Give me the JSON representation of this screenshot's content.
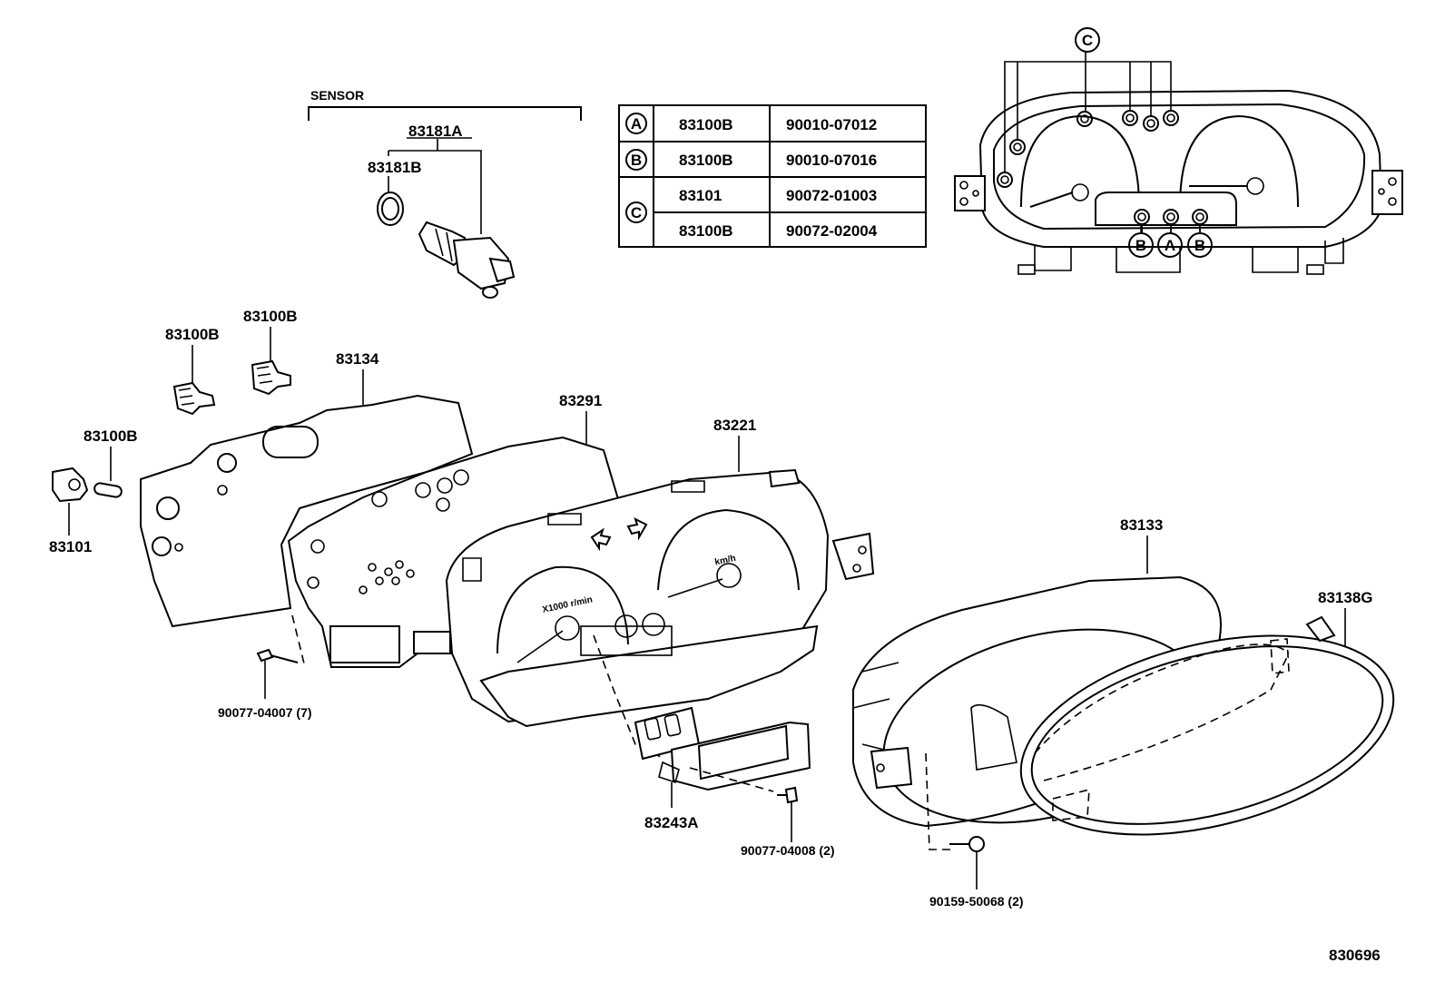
{
  "sensor": {
    "heading": "SENSOR",
    "part_83181a": "83181A",
    "part_83181b": "83181B"
  },
  "labels": {
    "p83100b_top": "83100B",
    "p83100b_mid": "83100B",
    "p83100b_left": "83100B",
    "p83101": "83101",
    "p83134": "83134",
    "p83291": "83291",
    "p83221": "83221",
    "p83133": "83133",
    "p83138g": "83138G",
    "p83243a": "83243A",
    "screw_90077_04007": "90077-04007 (7)",
    "screw_90077_04008": "90077-04008 (2)",
    "screw_90159_50068": "90159-50068 (2)",
    "diagram_number": "830696"
  },
  "legend_table": {
    "rows": [
      {
        "key": "A",
        "part": "83100B",
        "bulb": "90010-07012"
      },
      {
        "key": "B",
        "part": "83100B",
        "bulb": "90010-07016"
      },
      {
        "key": "C",
        "part": "83101",
        "bulb": "90072-01003"
      },
      {
        "key": "",
        "part": "83100B",
        "bulb": "90072-02004"
      }
    ]
  },
  "inset": {
    "callout_top": "C",
    "callout_b1": "B",
    "callout_a": "A",
    "callout_b2": "B"
  },
  "gauge_text": {
    "tach": "X1000 r/min",
    "speedo": "km/h"
  }
}
